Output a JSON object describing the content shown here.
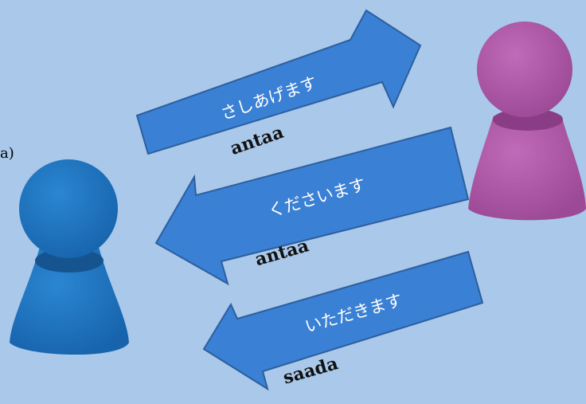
{
  "edge_text": "a)",
  "colors": {
    "background": "#a9c8ea",
    "arrow_fill": "#3a80d4",
    "arrow_stroke": "#2d5f9e",
    "person_left": "#1f73c0",
    "person_right": "#b05aa8"
  },
  "arrows": [
    {
      "direction": "right",
      "verb": "さしあげます",
      "romaji": "antaa"
    },
    {
      "direction": "left",
      "verb": "くださいます",
      "romaji": "antaa"
    },
    {
      "direction": "left",
      "verb": "いただきます",
      "romaji": "saada"
    }
  ],
  "figures": [
    {
      "name": "left-person",
      "icon": "pawn-figure-blue"
    },
    {
      "name": "right-person",
      "icon": "pawn-figure-purple"
    }
  ]
}
